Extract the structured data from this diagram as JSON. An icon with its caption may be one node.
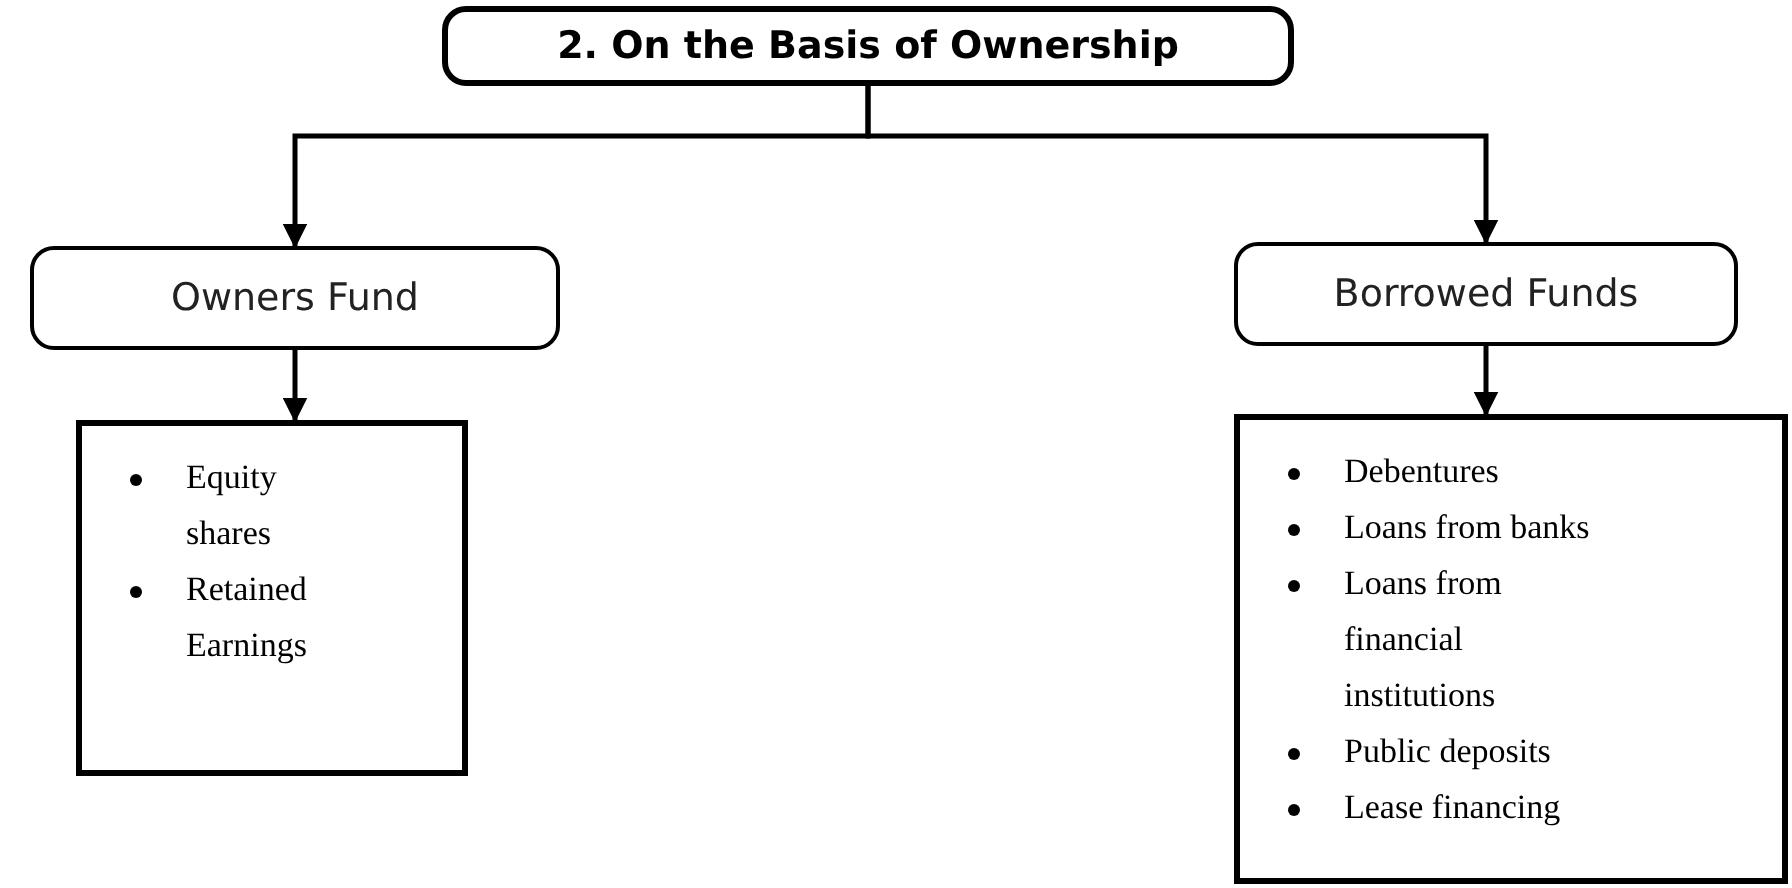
{
  "diagram": {
    "nodes": [
      {
        "text": [
          "2. On the Basis of Ownership"
        ]
      },
      {
        "text": [
          "Owners Fund"
        ]
      },
      {
        "text": [
          "Borrowed Funds"
        ]
      },
      {
        "text": [
          "Equity shares",
          "Retained Earnings"
        ]
      },
      {
        "text": [
          "Debentures",
          "Loans from banks",
          "Loans from financial institutions",
          "Public deposits",
          "Lease financing"
        ]
      }
    ],
    "edges": [
      {
        "from": 0,
        "to": 1,
        "arrow": "to"
      },
      {
        "from": 0,
        "to": 2,
        "arrow": "to"
      },
      {
        "from": 1,
        "to": 3,
        "arrow": "to"
      },
      {
        "from": 2,
        "to": 4,
        "arrow": "to"
      }
    ]
  }
}
